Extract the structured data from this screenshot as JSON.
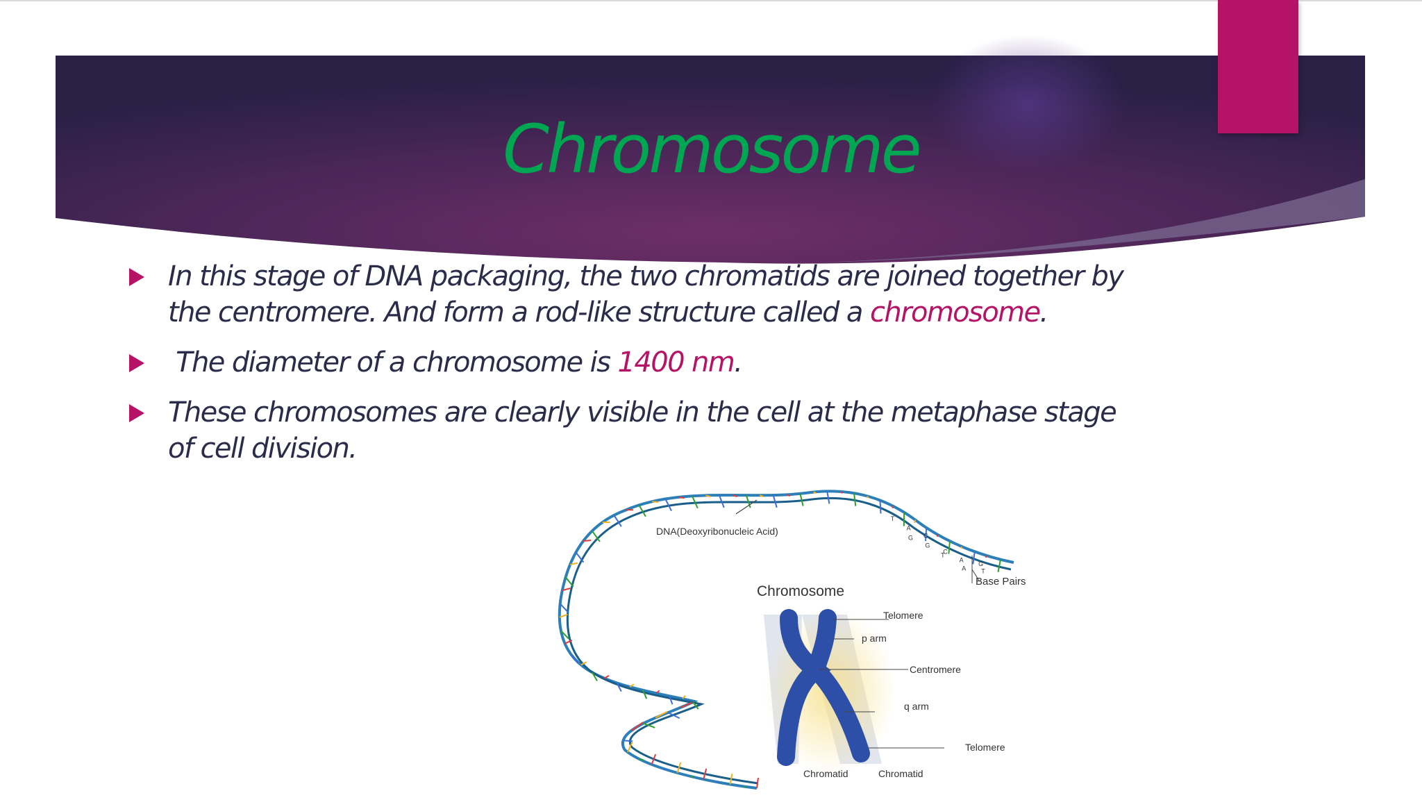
{
  "slide": {
    "title": "Chromosome",
    "colors": {
      "banner": "#5a2a5f",
      "accent": "#b51466",
      "title": "#00a651",
      "highlight": "#b51466",
      "body_text": "#2b2b4a"
    }
  },
  "bullets": [
    {
      "marker_icon": "triangle-bullet-icon",
      "text_1": "In this stage of DNA packaging, the two chromatids are joined together by the centromere. And form a rod-like structure called a ",
      "highlight": "chromosome",
      "text_2": "."
    },
    {
      "marker_icon": "triangle-bullet-icon",
      "text_1": " The diameter of a chromosome is ",
      "highlight": "1400 nm",
      "text_2": "."
    },
    {
      "marker_icon": "triangle-bullet-icon",
      "text_1": "These chromosomes are clearly visible in the cell at the metaphase stage of cell division."
    }
  ],
  "diagram": {
    "dna_label": "DNA(Deoxyribonucleic Acid)",
    "base_pairs_label": "Base Pairs",
    "chromosome_label": "Chromosome",
    "telomere_top": "Telomere",
    "p_arm": "p arm",
    "centromere": "Centromere",
    "q_arm": "q arm",
    "telomere_bottom": "Telomere",
    "chromatid_left": "Chromatid",
    "chromatid_right": "Chromatid",
    "base_letters": [
      "T",
      "A",
      "G",
      "C",
      "G",
      "T",
      "C",
      "A",
      "A",
      "G",
      "T"
    ]
  }
}
